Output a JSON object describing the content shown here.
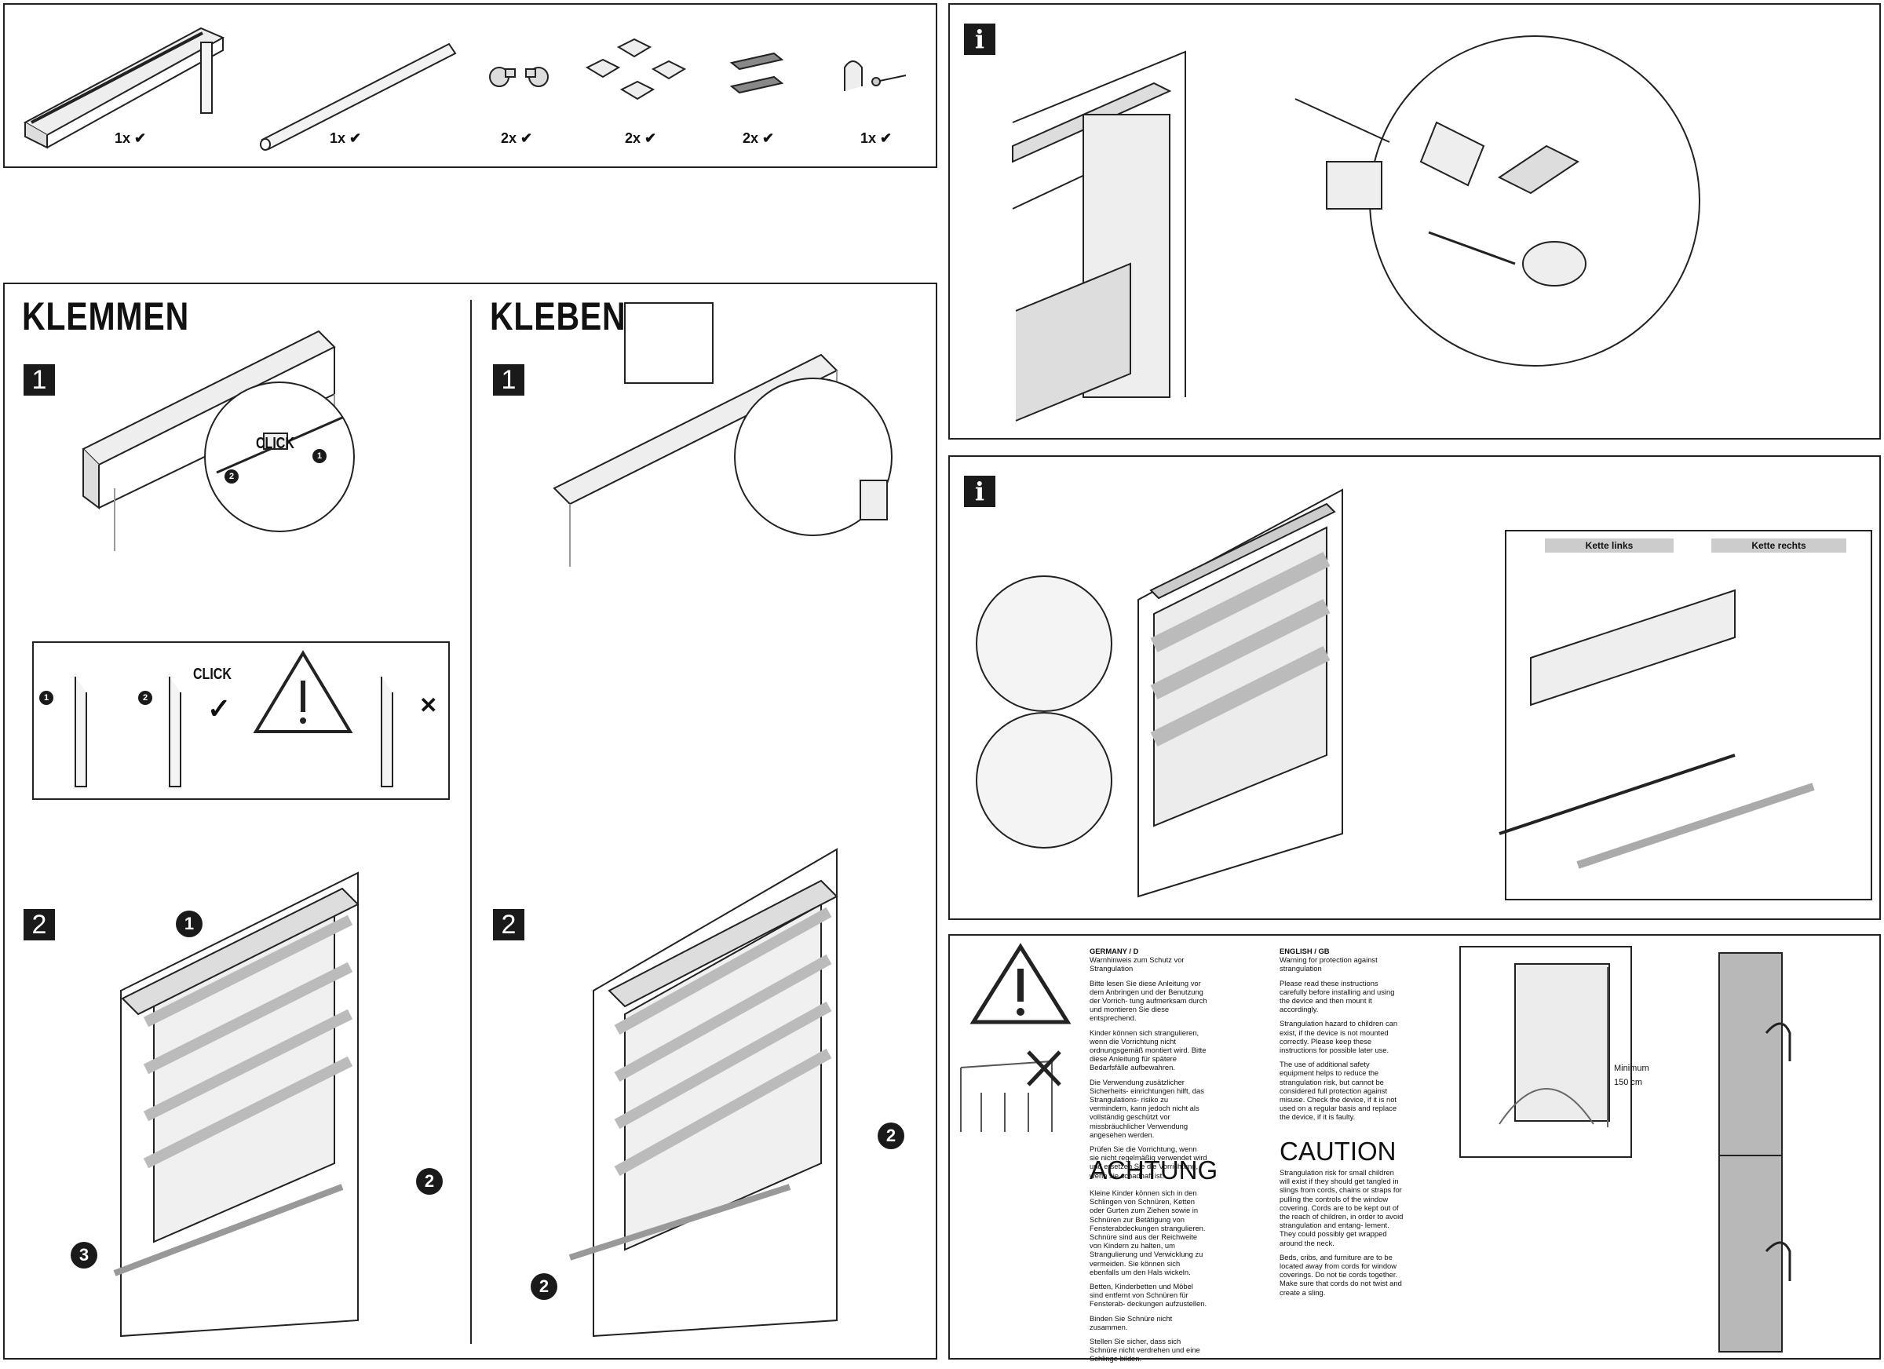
{
  "parts": [
    {
      "qty": "1x ✔",
      "icon": "cassette-rail-icon"
    },
    {
      "qty": "1x ✔",
      "icon": "weight-bar-icon"
    },
    {
      "qty": "2x ✔",
      "icon": "end-caps-icon"
    },
    {
      "qty": "2x ✔",
      "icon": "mounting-clips-icon"
    },
    {
      "qty": "2x ✔",
      "icon": "adhesive-pads-icon"
    },
    {
      "qty": "1x ✔",
      "icon": "chain-holder-screw-icon"
    }
  ],
  "klemmen": {
    "title": "KLEMMEN",
    "step1": "1",
    "step2": "2",
    "click": "CLICK",
    "markers": [
      "2",
      "1",
      "2",
      "3",
      "1",
      "2"
    ]
  },
  "detail_steps": {
    "first": "1",
    "second": "2",
    "click": "CLICK",
    "wrong": "✕",
    "right": "✓"
  },
  "kleben": {
    "title": "KLEBEN",
    "step1": "1",
    "step2": "2",
    "markers": [
      "2",
      "2"
    ]
  },
  "info1": {
    "icon": "i"
  },
  "info2": {
    "icon": "i",
    "chain_left": "Kette links",
    "chain_right": "Kette rechts"
  },
  "warning": {
    "de": {
      "country": "GERMANY / D",
      "heading": "Warnhinweis zum Schutz vor Strangulation",
      "p1": "Bitte lesen Sie diese Anleitung vor dem Anbringen und der Benutzung der Vorrich- tung aufmerksam durch und montieren Sie diese entsprechend.",
      "p2": "Kinder können sich strangulieren, wenn die Vorrichtung nicht ordnungsgemäß montiert wird. Bitte diese Anleitung für spätere Bedarfsfälle aufbewahren.",
      "p3": "Die Verwendung zusätzlicher Sicherheits- einrichtungen hilft, das Strangulations- risiko zu vermindern, kann jedoch nicht als vollständig geschützt vor missbräuchlicher Verwendung angesehen werden.",
      "p4": "Prüfen Sie die Vorrichtung, wenn sie nicht regelmäßig verwendet wird und ersetzen Sie die Vorrichtung, wenn sie schadhaft ist.",
      "achtung": "ACHTUNG",
      "p5": "Kleine Kinder können sich in den Schlingen von Schnüren, Ketten oder Gurten zum Ziehen sowie in Schnüren zur Betätigung von Fensterabdeckungen strangulieren. Schnüre sind aus der Reichweite von Kindern zu halten, um Strangulierung und Verwicklung zu vermeiden. Sie können sich ebenfalls um den Hals wickeln.",
      "p6": "Betten, Kinderbetten und Möbel sind entfernt von Schnüren für Fensterab- deckungen aufzustellen.",
      "p7": "Binden Sie Schnüre nicht zusammen.",
      "p8": "Stellen Sie sicher, dass sich Schnüre nicht verdrehen und eine Schlinge bilden."
    },
    "en": {
      "country": "ENGLISH / GB",
      "heading": "Warning for protection against strangulation",
      "p1": "Please read these instructions carefully before installing and using the device and then mount it accordingly.",
      "p2": "Strangulation hazard to children can exist, if the device is not mounted correctly. Please keep these instructions for possible later use.",
      "p3": "The use of additional safety equipment helps to reduce the strangulation risk, but cannot be considered full protection against misuse. Check the device, if it is not used on a regular basis and replace the device, if it is faulty.",
      "caution": "CAUTION",
      "p4": "Strangulation risk for small children will exist if they should get tangled in slings from cords, chains or straps for pulling the controls of the window covering. Cords are to be kept out of the reach of children, in order to avoid strangulation and entang- lement. They could possibly get wrapped around the neck.",
      "p5": "Beds, cribs, and furniture are to be located away from cords for window coverings. Do not tie cords together. Make sure that cords do not twist and create a sling."
    },
    "minimum_label": "Minimum",
    "minimum_value": "150 cm"
  }
}
